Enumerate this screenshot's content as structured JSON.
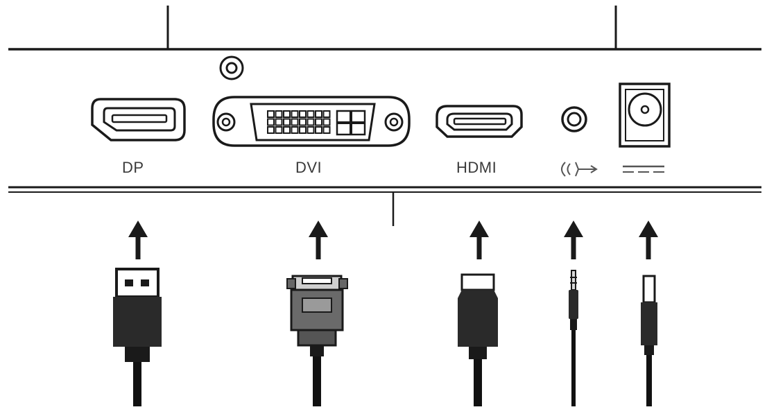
{
  "ports": [
    {
      "id": "dp",
      "label": "DP"
    },
    {
      "id": "dvi",
      "label": "DVI"
    },
    {
      "id": "hdmi",
      "label": "HDMI"
    },
    {
      "id": "audio",
      "label": "",
      "icon": "audio-out-icon"
    },
    {
      "id": "power",
      "label": "",
      "icon": "dc-power-icon"
    }
  ],
  "cables": [
    {
      "id": "displayport-cable",
      "icon": "displayport-plug-icon"
    },
    {
      "id": "dvi-cable",
      "icon": "dvi-plug-icon"
    },
    {
      "id": "hdmi-cable",
      "icon": "hdmi-plug-icon"
    },
    {
      "id": "audio-cable",
      "icon": "audio-jack-plug-icon"
    },
    {
      "id": "power-cable",
      "icon": "dc-barrel-plug-icon"
    }
  ],
  "colors": {
    "stroke": "#1a1a1a",
    "label": "#3a3a3a",
    "cable": "#111111",
    "plug": "#2a2a2a"
  }
}
